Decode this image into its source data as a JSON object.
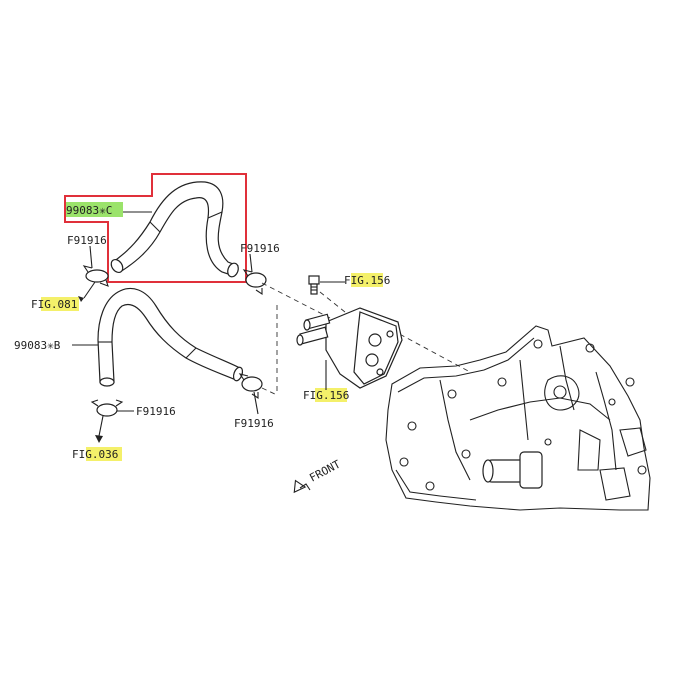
{
  "labels": {
    "hose_c": "99083✳C",
    "hose_b": "99083✳B",
    "clamp_top_left": "F91916",
    "clamp_top_right": "F91916",
    "clamp_bottom_mid": "F91916",
    "clamp_bottom_right": "F91916",
    "fig_081": "FIG.081",
    "fig_036": "FIG.036",
    "fig_156_top": "FIG.156",
    "fig_156_mid": "FIG.156",
    "front": "FRONT"
  },
  "colors": {
    "highlight_green": "#9be36b",
    "highlight_yellow": "#f4f06a",
    "selection_box": "#e0303a",
    "line": "#222222"
  }
}
